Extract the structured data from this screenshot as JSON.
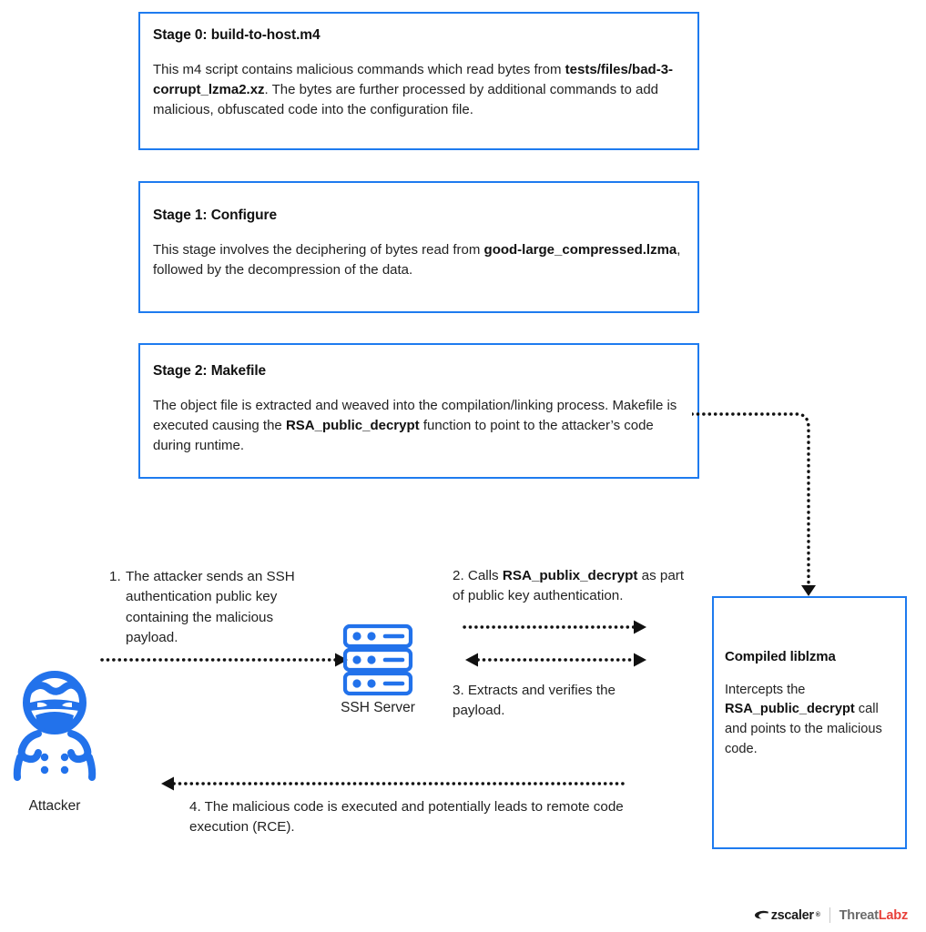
{
  "colors": {
    "accent_blue": "#1e7bef",
    "icon_blue": "#2272eb",
    "arrow_black": "#111111",
    "brand_red": "#e8413a",
    "brand_gray": "#6b6b6b"
  },
  "stages": [
    {
      "id": "stage-0",
      "title": "Stage 0: build-to-host.m4",
      "body_parts": [
        {
          "text": "This m4 script contains malicious commands which read bytes from ",
          "bold": false
        },
        {
          "text": "tests/files/bad-3-corrupt_lzma2.xz",
          "bold": true
        },
        {
          "text": ". The bytes are further processed by additional commands to add malicious, obfuscated code into the configuration file.",
          "bold": false
        }
      ]
    },
    {
      "id": "stage-1",
      "title": "Stage 1: Configure",
      "body_parts": [
        {
          "text": "This stage involves the deciphering of bytes read from  ",
          "bold": false
        },
        {
          "text": "good-large_compressed.lzma",
          "bold": true
        },
        {
          "text": ", followed by the decompression of the data.",
          "bold": false
        }
      ]
    },
    {
      "id": "stage-2",
      "title": "Stage 2: Makefile",
      "body_parts": [
        {
          "text": "The object file is extracted and weaved into the compilation/linking process. Makefile is executed causing the ",
          "bold": false
        },
        {
          "text": "RSA_public_decrypt",
          "bold": true
        },
        {
          "text": " function to point to the attacker’s code during runtime.",
          "bold": false
        }
      ]
    }
  ],
  "liblzma": {
    "title": "Compiled liblzma",
    "body_parts": [
      {
        "text": "Intercepts the ",
        "bold": false
      },
      {
        "text": "RSA_public_decrypt",
        "bold": true
      },
      {
        "text": " call and points to the malicious code.",
        "bold": false
      }
    ]
  },
  "steps": {
    "step1": {
      "number": "1.",
      "text": "The attacker sends an SSH authentication public key containing the malicious payload."
    },
    "step2_parts": [
      {
        "text": "2. Calls ",
        "bold": false
      },
      {
        "text": "RSA_publix_decrypt",
        "bold": true
      },
      {
        "text": " as part of public key authentication.",
        "bold": false
      }
    ],
    "step3": "3. Extracts and verifies the payload.",
    "step4": "4. The malicious code is executed and potentially leads to remote code execution (RCE)."
  },
  "icons": {
    "attacker_label": "Attacker",
    "attacker_icon_name": "hacker-icon",
    "server_label": "SSH Server",
    "server_icon_name": "server-rack-icon"
  },
  "footer": {
    "zscaler": "zscaler",
    "trademark": "®",
    "threat": "Threat",
    "labz": "Labz"
  }
}
